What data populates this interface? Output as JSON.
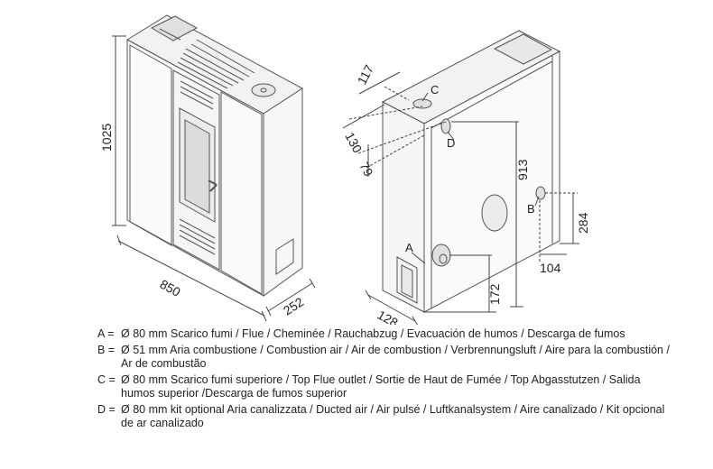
{
  "dimensions": {
    "height": "1025",
    "width": "850",
    "depth": "252",
    "top_offset_117": "117",
    "top_offset_130": "130",
    "side_offset_79": "79",
    "flue_height_913": "913",
    "air_height_284": "284",
    "air_offset_104": "104",
    "bottom_flue_172": "172",
    "bottom_depth_128": "128"
  },
  "labels": {
    "a": "A",
    "b": "B",
    "c": "C",
    "d": "D"
  },
  "legend": [
    {
      "key": "A =",
      "text": "Ø 80 mm  Scarico fumi / Flue / Cheminée / Rauchabzug / Evacuación de humos / Descarga de fumos"
    },
    {
      "key": "B =",
      "text": "Ø 51 mm  Aria combustione / Combustion air / Air de combustion / Verbrennungsluft / Aire para la combustión / Ar de combustão"
    },
    {
      "key": "C =",
      "text": "Ø 80 mm  Scarico fumi superiore / Top Flue outlet / Sortie de Haut de Fumée / Top Abgasstutzen / Salida humos superior /Descarga de fumos superior"
    },
    {
      "key": "D =",
      "text": "Ø 80 mm  kit optional Aria canalizzata / Ducted air / Air pulsé / Luftkanalsystem / Aire canalizado / Kit opcional de ar canalizado"
    }
  ]
}
